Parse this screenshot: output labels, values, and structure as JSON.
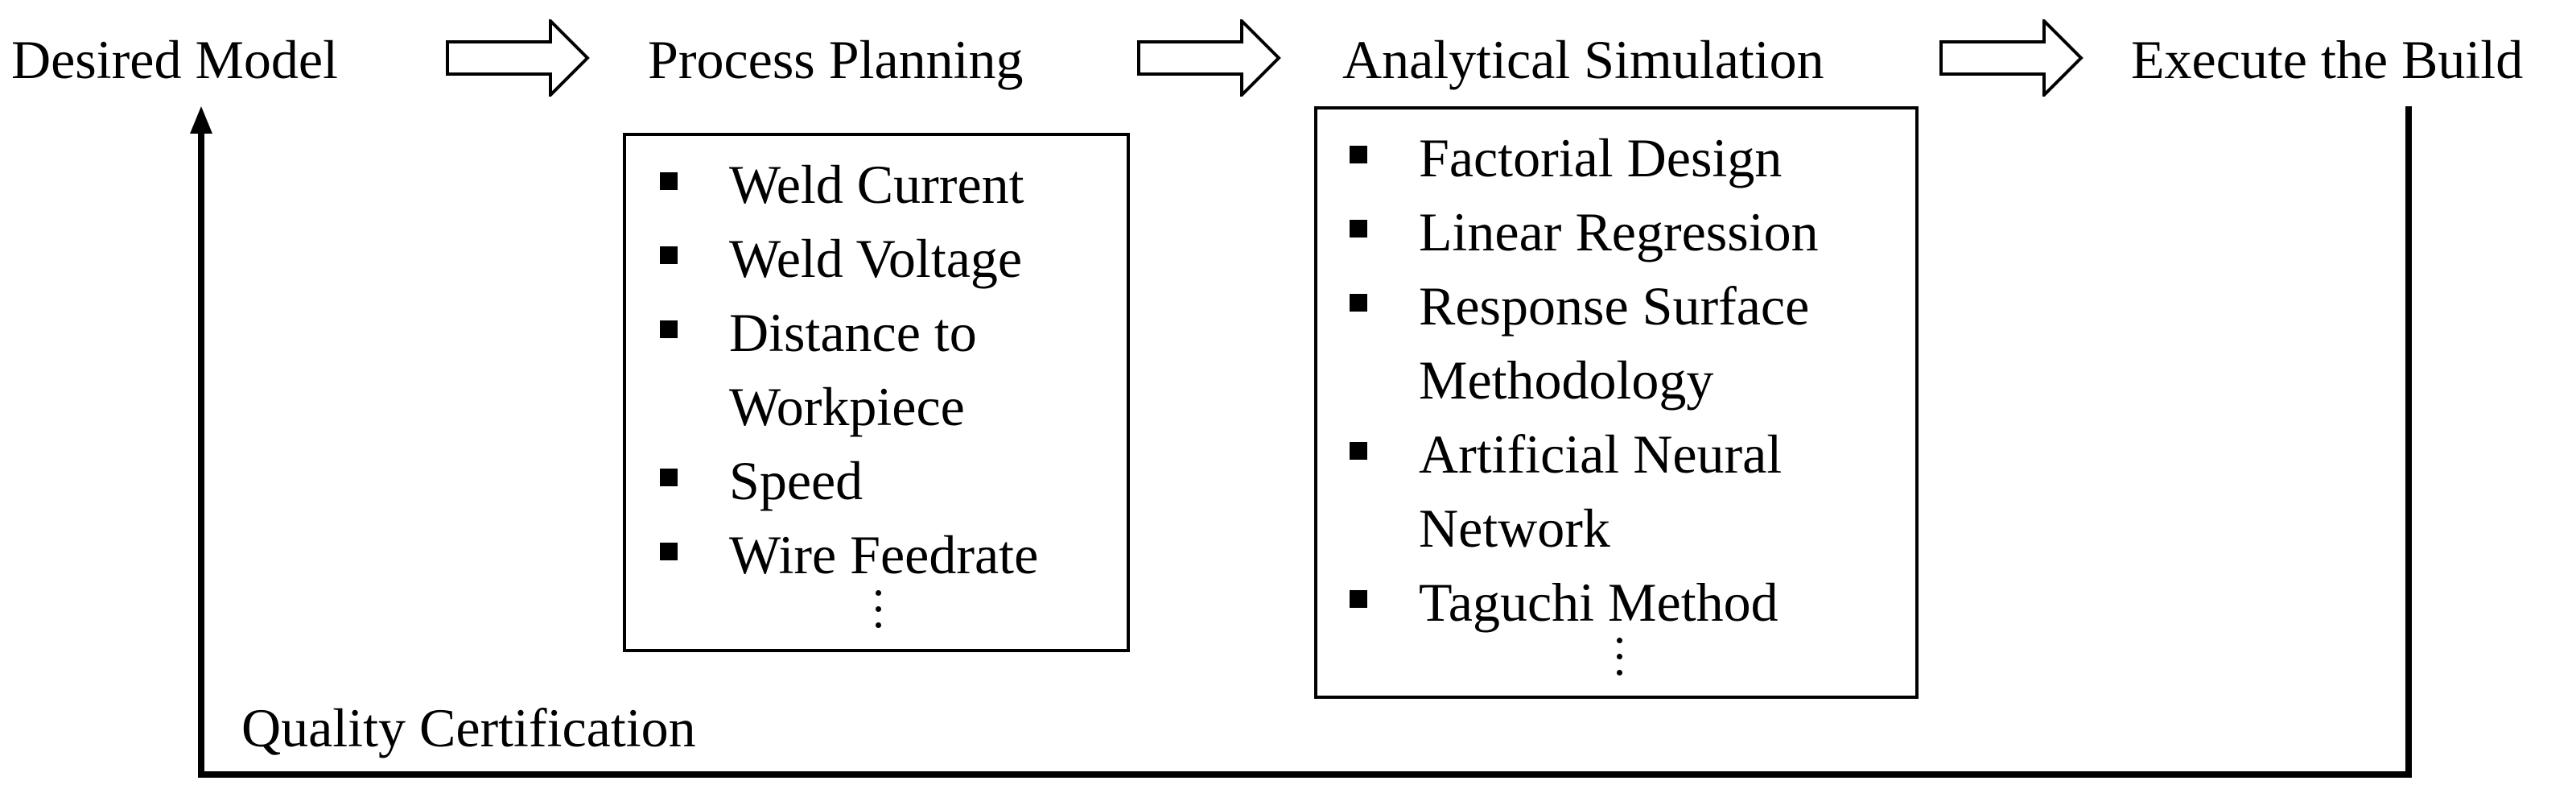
{
  "stages": [
    {
      "label": "Desired Model"
    },
    {
      "label": "Process Planning"
    },
    {
      "label": "Analytical Simulation"
    },
    {
      "label": "Execute the Build"
    }
  ],
  "process_planning": {
    "items": [
      "Weld Current",
      "Weld Voltage",
      "Distance to\nWorkpiece",
      "Speed",
      "Wire Feedrate"
    ]
  },
  "analytical_simulation": {
    "items": [
      "Factorial Design",
      "Linear Regression",
      "Response Surface\nMethodology",
      "Artificial Neural\nNetwork",
      "Taguchi Method"
    ]
  },
  "feedback": {
    "label": "Quality Certification"
  },
  "colors": {
    "ink": "#000000",
    "background": "#ffffff"
  },
  "icons": {
    "flow_arrow": "hollow-right-arrow-icon",
    "bullet": "square-bullet-icon",
    "more": "vertical-ellipsis-icon"
  }
}
